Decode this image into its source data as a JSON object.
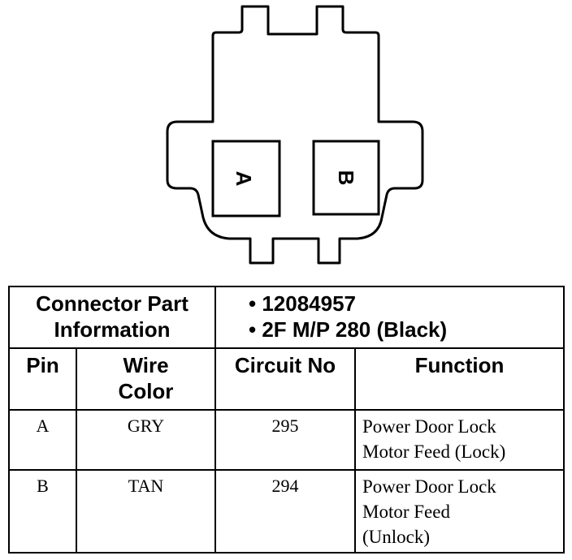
{
  "connector": {
    "cavity_a_label": "A",
    "cavity_b_label": "B"
  },
  "part_info": {
    "heading_line1": "Connector Part",
    "heading_line2": "Information",
    "items": [
      "• 12084957",
      "• 2F M/P 280 (Black)"
    ]
  },
  "columns": {
    "pin": "Pin",
    "wire_color_line1": "Wire",
    "wire_color_line2": "Color",
    "circuit_no": "Circuit No",
    "function": "Function"
  },
  "rows": [
    {
      "pin": "A",
      "wire_color": "GRY",
      "circuit_no": "295",
      "function_lines": [
        "Power Door Lock",
        "Motor Feed (Lock)"
      ]
    },
    {
      "pin": "B",
      "wire_color": "TAN",
      "circuit_no": "294",
      "function_lines": [
        "Power Door Lock",
        "Motor Feed",
        "(Unlock)"
      ]
    }
  ]
}
